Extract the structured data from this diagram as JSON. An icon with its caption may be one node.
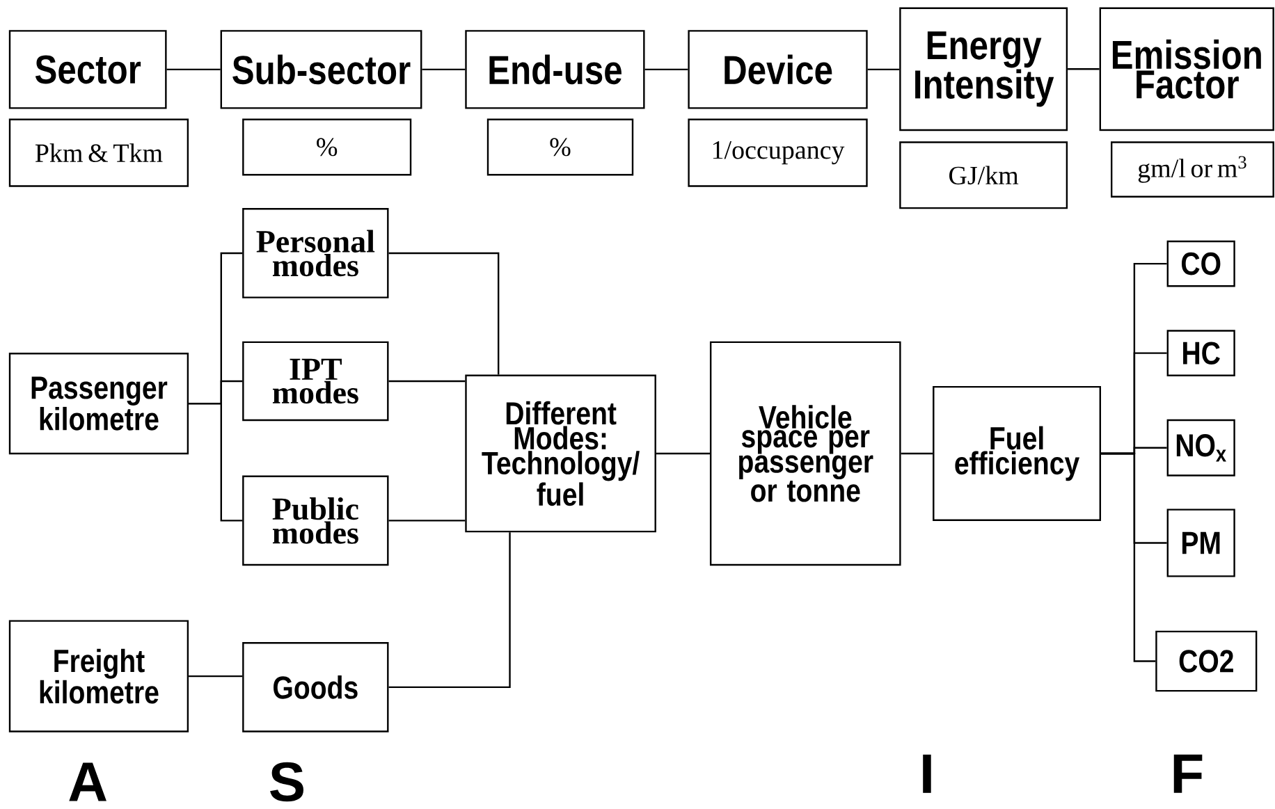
{
  "diagram": {
    "nodes": [
      {
        "text": [
          "Sector"
        ]
      },
      {
        "text": [
          "Pkm & Tkm"
        ]
      },
      {
        "text": [
          "Sub-sector"
        ]
      },
      {
        "text": [
          "%"
        ]
      },
      {
        "text": [
          "End-use"
        ]
      },
      {
        "text": [
          "%"
        ]
      },
      {
        "text": [
          "Device"
        ]
      },
      {
        "text": [
          "1/occupancy"
        ]
      },
      {
        "text": [
          "Energy Intensity"
        ]
      },
      {
        "text": [
          "GJ/km"
        ]
      },
      {
        "text": [
          "Emission Factor"
        ]
      },
      {
        "text": [
          "gm/l or m$^{3}$"
        ]
      },
      {
        "text": [
          "Passenger kilometre"
        ]
      },
      {
        "text": [
          "Freight kilometre"
        ]
      },
      {
        "text": [
          "Personal modes"
        ]
      },
      {
        "text": [
          "IPT modes"
        ]
      },
      {
        "text": [
          "Public modes"
        ]
      },
      {
        "text": [
          "Goods"
        ]
      },
      {
        "text": [
          "Different Modes: Technology/ fuel"
        ]
      },
      {
        "text": [
          "Vehicle space per passenger or tonne"
        ]
      },
      {
        "text": [
          "Fuel efficiency"
        ]
      },
      {
        "text": [
          "CO"
        ]
      },
      {
        "text": [
          "HC"
        ]
      },
      {
        "text": [
          "NO$_{x}$"
        ]
      },
      {
        "text": [
          "PM"
        ]
      },
      {
        "text": [
          "CO2"
        ]
      }
    ],
    "edges": [
      {
        "from": 0,
        "to": 2,
        "arrow": "none"
      },
      {
        "from": 2,
        "to": 4,
        "arrow": "none"
      },
      {
        "from": 4,
        "to": 6,
        "arrow": "none"
      },
      {
        "from": 6,
        "to": 8,
        "arrow": "none"
      },
      {
        "from": 8,
        "to": 10,
        "arrow": "none"
      },
      {
        "from": 12,
        "to": 14,
        "arrow": "none"
      },
      {
        "from": 12,
        "to": 15,
        "arrow": "none"
      },
      {
        "from": 12,
        "to": 16,
        "arrow": "none"
      },
      {
        "from": 13,
        "to": 17,
        "arrow": "none"
      },
      {
        "from": 14,
        "to": 18,
        "arrow": "none"
      },
      {
        "from": 15,
        "to": 18,
        "arrow": "none"
      },
      {
        "from": 16,
        "to": 18,
        "arrow": "none"
      },
      {
        "from": 17,
        "to": 18,
        "arrow": "none"
      },
      {
        "from": 18,
        "to": 19,
        "arrow": "none"
      },
      {
        "from": 19,
        "to": 20,
        "arrow": "none"
      },
      {
        "from": 20,
        "to": 21,
        "arrow": "none"
      },
      {
        "from": 20,
        "to": 22,
        "arrow": "none"
      },
      {
        "from": 20,
        "to": 23,
        "arrow": "none"
      },
      {
        "from": 20,
        "to": 24,
        "arrow": "none"
      },
      {
        "from": 20,
        "to": 25,
        "arrow": "none"
      }
    ],
    "labels": [
      "A",
      "S",
      "I",
      "F"
    ]
  }
}
